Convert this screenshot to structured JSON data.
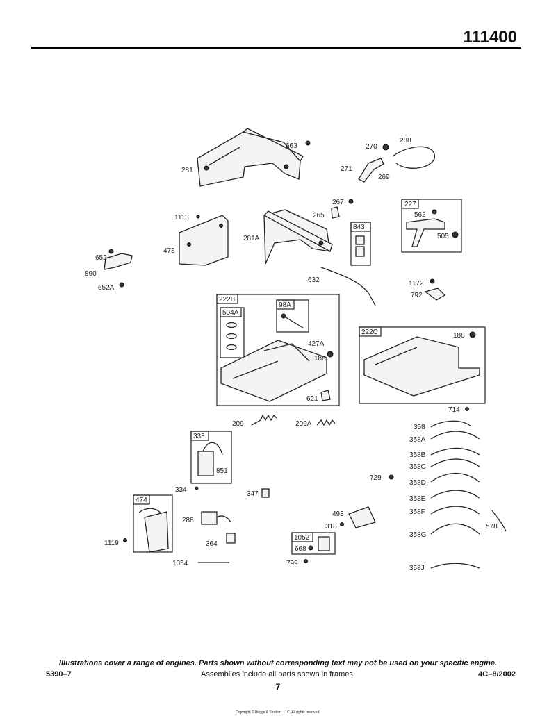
{
  "header": {
    "model_number": "111400"
  },
  "frames": [
    {
      "id": "227",
      "label": "227"
    },
    {
      "id": "843",
      "label": "843"
    },
    {
      "id": "222B",
      "label": "222B"
    },
    {
      "id": "98A",
      "label": "98A"
    },
    {
      "id": "504A",
      "label": "504A"
    },
    {
      "id": "222C",
      "label": "222C"
    },
    {
      "id": "333",
      "label": "333"
    },
    {
      "id": "474",
      "label": "474"
    },
    {
      "id": "1052",
      "label": "1052"
    }
  ],
  "labels": [
    {
      "id": "663",
      "text": "663"
    },
    {
      "id": "270",
      "text": "270"
    },
    {
      "id": "288a",
      "text": "288"
    },
    {
      "id": "281",
      "text": "281"
    },
    {
      "id": "271",
      "text": "271"
    },
    {
      "id": "269",
      "text": "269"
    },
    {
      "id": "267",
      "text": "267"
    },
    {
      "id": "265",
      "text": "265"
    },
    {
      "id": "1113",
      "text": "1113"
    },
    {
      "id": "281A",
      "text": "281A"
    },
    {
      "id": "562",
      "text": "562"
    },
    {
      "id": "505",
      "text": "505"
    },
    {
      "id": "478",
      "text": "478"
    },
    {
      "id": "652",
      "text": "652"
    },
    {
      "id": "890",
      "text": "890"
    },
    {
      "id": "652A",
      "text": "652A"
    },
    {
      "id": "632",
      "text": "632"
    },
    {
      "id": "1172",
      "text": "1172"
    },
    {
      "id": "792",
      "text": "792"
    },
    {
      "id": "188a",
      "text": "188"
    },
    {
      "id": "427A",
      "text": "427A"
    },
    {
      "id": "188b",
      "text": "188"
    },
    {
      "id": "621",
      "text": "621"
    },
    {
      "id": "714",
      "text": "714"
    },
    {
      "id": "209",
      "text": "209"
    },
    {
      "id": "209A",
      "text": "209A"
    },
    {
      "id": "358",
      "text": "358"
    },
    {
      "id": "358A",
      "text": "358A"
    },
    {
      "id": "358B",
      "text": "358B"
    },
    {
      "id": "358C",
      "text": "358C"
    },
    {
      "id": "851",
      "text": "851"
    },
    {
      "id": "729",
      "text": "729"
    },
    {
      "id": "358D",
      "text": "358D"
    },
    {
      "id": "334",
      "text": "334"
    },
    {
      "id": "347",
      "text": "347"
    },
    {
      "id": "358E",
      "text": "358E"
    },
    {
      "id": "358F",
      "text": "358F"
    },
    {
      "id": "493",
      "text": "493"
    },
    {
      "id": "288b",
      "text": "288"
    },
    {
      "id": "318",
      "text": "318"
    },
    {
      "id": "578",
      "text": "578"
    },
    {
      "id": "358G",
      "text": "358G"
    },
    {
      "id": "364",
      "text": "364"
    },
    {
      "id": "668",
      "text": "668"
    },
    {
      "id": "1119",
      "text": "1119"
    },
    {
      "id": "1054",
      "text": "1054"
    },
    {
      "id": "799",
      "text": "799"
    },
    {
      "id": "358J",
      "text": "358J"
    }
  ],
  "footer": {
    "disclaimer": "Illustrations cover a range of engines. Parts shown without corresponding text may not be used on your specific engine.",
    "doc_number": "5390–7",
    "assemblies_note": "Assemblies include all parts shown in frames.",
    "revision": "4C–8/2002",
    "page_number": "7",
    "copyright": "Copyright © Briggs & Stratton, LLC. All rights reserved."
  }
}
